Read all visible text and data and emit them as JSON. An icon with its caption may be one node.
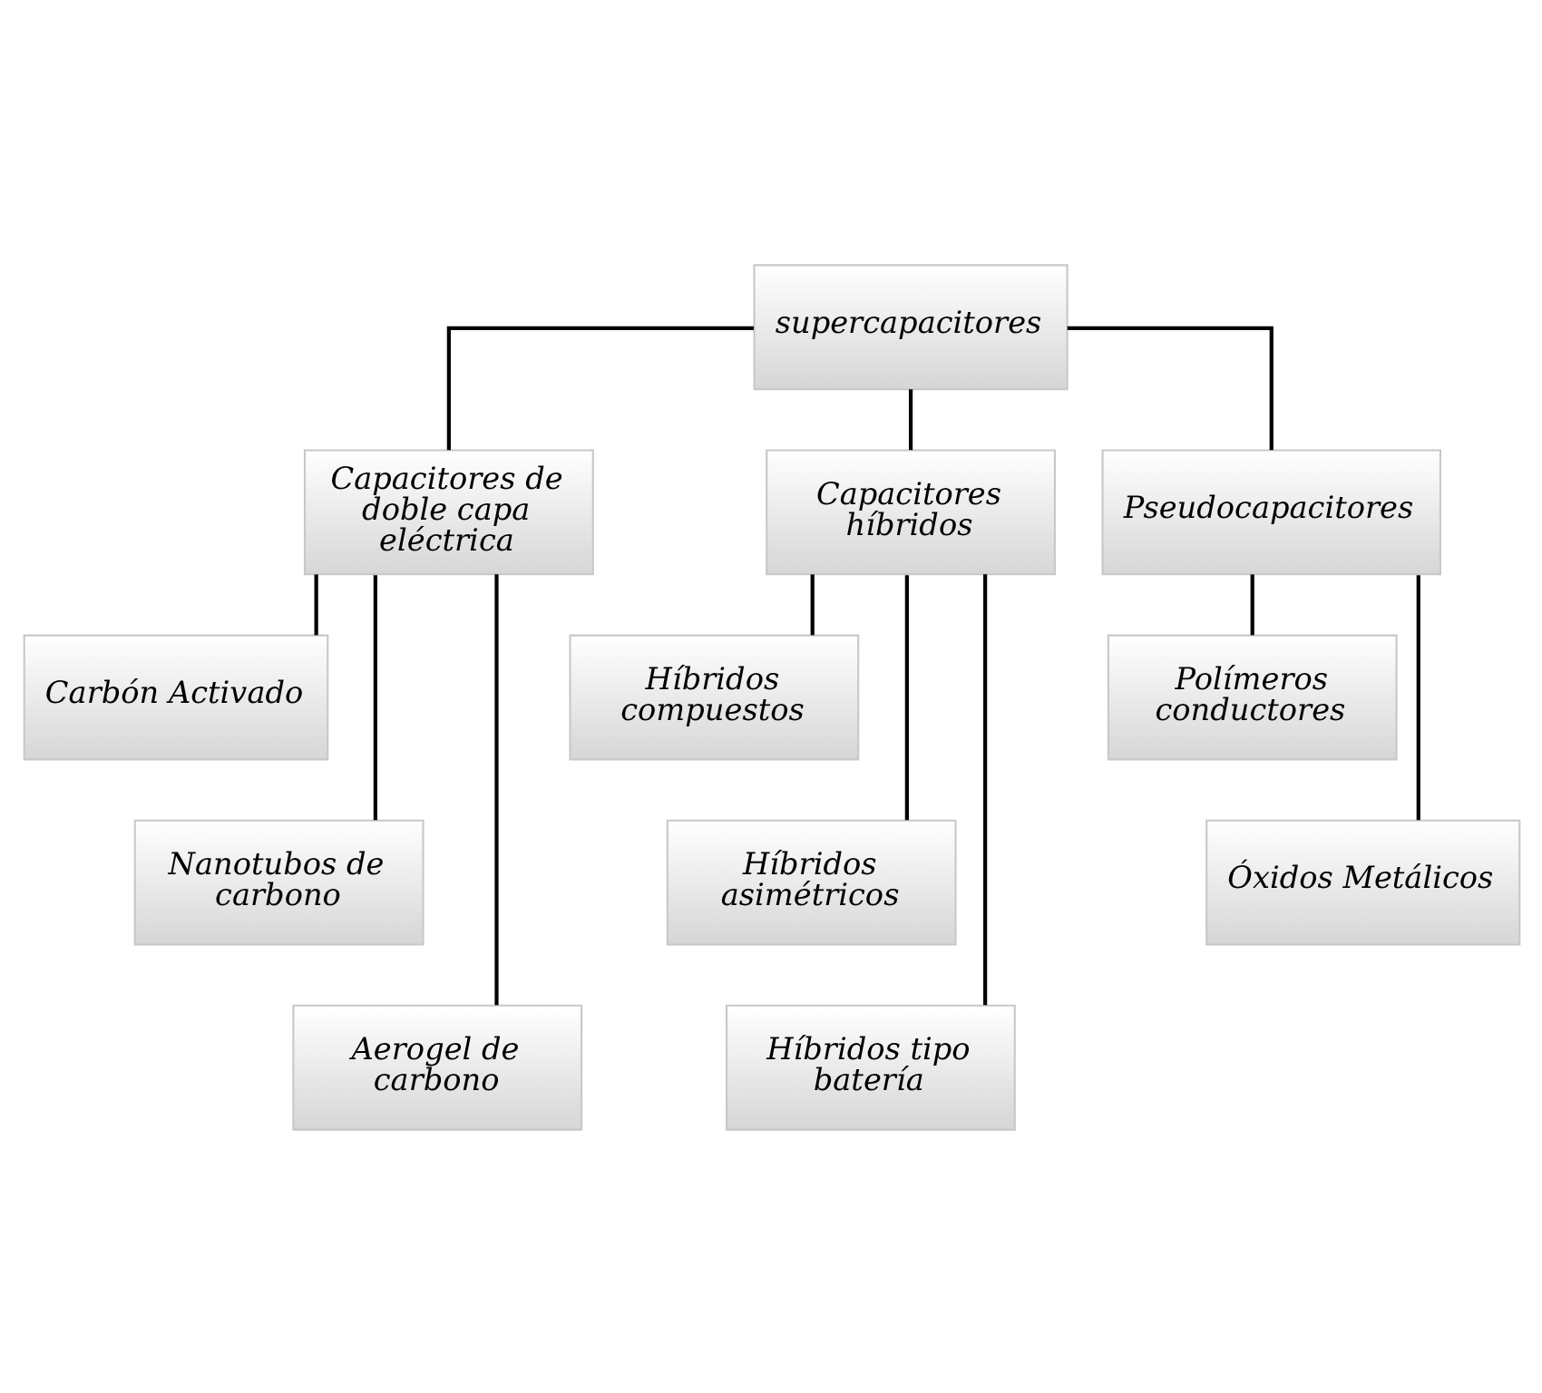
{
  "diagram": {
    "nodes": [
      {
        "text": [
          "supercapacitores"
        ]
      },
      {
        "text": [
          "Capacitores de doble capa eléctrica"
        ]
      },
      {
        "text": [
          "Capacitores híbridos"
        ]
      },
      {
        "text": [
          "Pseudocapacitores"
        ]
      },
      {
        "text": [
          "Carbón Activado"
        ]
      },
      {
        "text": [
          "Nanotubos de carbono"
        ]
      },
      {
        "text": [
          "Aerogel de carbono"
        ]
      },
      {
        "text": [
          "Híbridos compuestos"
        ]
      },
      {
        "text": [
          "Híbridos asimétricos"
        ]
      },
      {
        "text": [
          "Híbridos tipo batería"
        ]
      },
      {
        "text": [
          "Polímeros conductores"
        ]
      },
      {
        "text": [
          "Óxidos Metálicos"
        ]
      }
    ],
    "edges": [
      {
        "from": 0,
        "to": 1,
        "arrow": "none"
      },
      {
        "from": 0,
        "to": 2,
        "arrow": "none"
      },
      {
        "from": 0,
        "to": 3,
        "arrow": "none"
      },
      {
        "from": 1,
        "to": 4,
        "arrow": "none"
      },
      {
        "from": 1,
        "to": 5,
        "arrow": "none"
      },
      {
        "from": 1,
        "to": 6,
        "arrow": "none"
      },
      {
        "from": 2,
        "to": 7,
        "arrow": "none"
      },
      {
        "from": 2,
        "to": 8,
        "arrow": "none"
      },
      {
        "from": 2,
        "to": 9,
        "arrow": "none"
      },
      {
        "from": 3,
        "to": 10,
        "arrow": "none"
      },
      {
        "from": 3,
        "to": 11,
        "arrow": "none"
      }
    ]
  }
}
